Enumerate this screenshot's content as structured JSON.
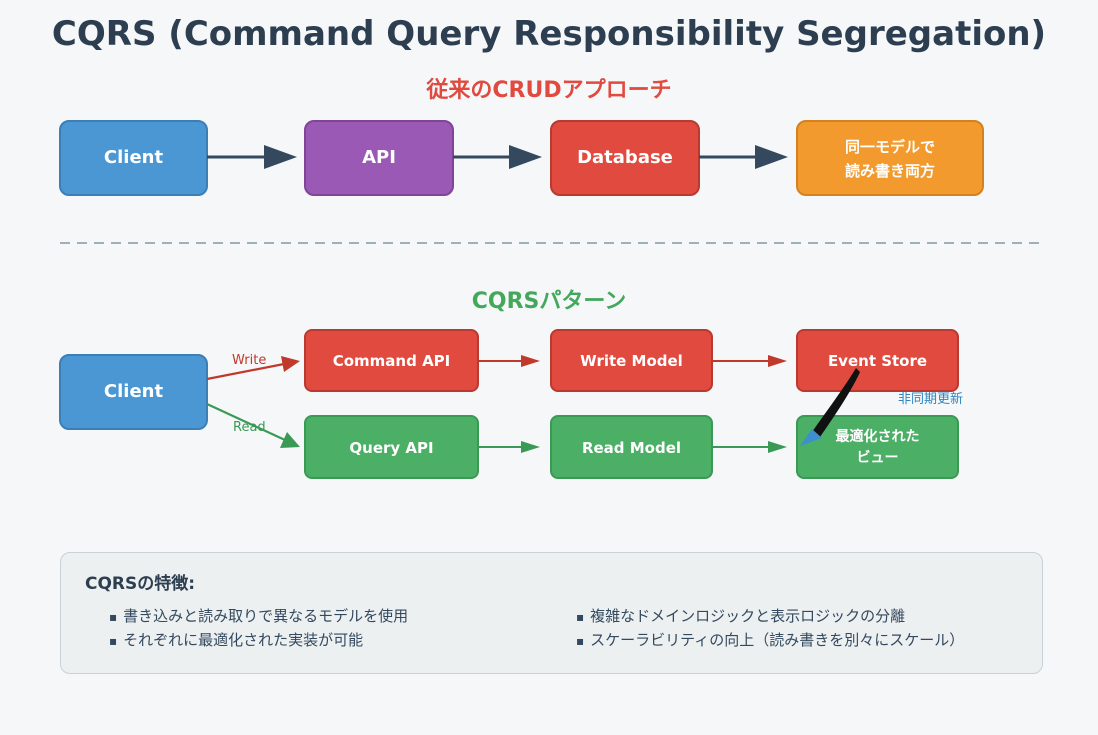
{
  "title": "CQRS (Command Query Responsibility Segregation)",
  "crud": {
    "title": "従来のCRUDアプローチ",
    "client": "Client",
    "api": "API",
    "database": "Database",
    "model_line1": "同一モデルで",
    "model_line2": "読み書き両方"
  },
  "cqrs": {
    "title": "CQRSパターン",
    "client": "Client",
    "write_label": "Write",
    "read_label": "Read",
    "command_api": "Command API",
    "write_model": "Write Model",
    "event_store": "Event Store",
    "query_api": "Query API",
    "read_model": "Read Model",
    "view_line1": "最適化された",
    "view_line2": "ビュー",
    "async_label": "非同期更新"
  },
  "features": {
    "heading": "CQRSの特徴:",
    "items": [
      "書き込みと読み取りで異なるモデルを使用",
      "それぞれに最適化された実装が可能",
      "複雑なドメインロジックと表示ロジックの分離",
      "スケーラビリティの向上（読み書きを別々にスケール）"
    ]
  },
  "colors": {
    "blue": "#4a97d4",
    "purple": "#9b59b6",
    "red": "#e04a3f",
    "orange": "#f29a2e",
    "green": "#4caf66",
    "arrow_dark": "#34495e"
  }
}
